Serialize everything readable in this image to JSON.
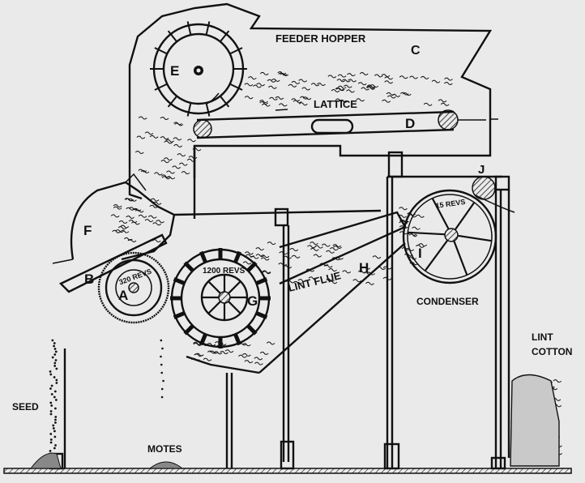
{
  "title": "Cotton gin cross-section",
  "labels": {
    "feeder_hopper": "FEEDER HOPPER",
    "c": "C",
    "e": "E",
    "lattice": "LATTICE",
    "d": "D",
    "f": "F",
    "b": "B",
    "a": "A",
    "a_speed": "320 REVS",
    "g": "G",
    "g_speed": "1200 REVS",
    "lint_flue": "LINT FLUE",
    "h": "H",
    "i": "I",
    "i_speed": "15 REVS",
    "j": "J",
    "condenser": "CONDENSER",
    "lint": "LINT",
    "cotton": "COTTON",
    "seed": "SEED",
    "motes": "MOTES"
  },
  "colors": {
    "ink": "#111111",
    "paper": "#eaeaea"
  }
}
